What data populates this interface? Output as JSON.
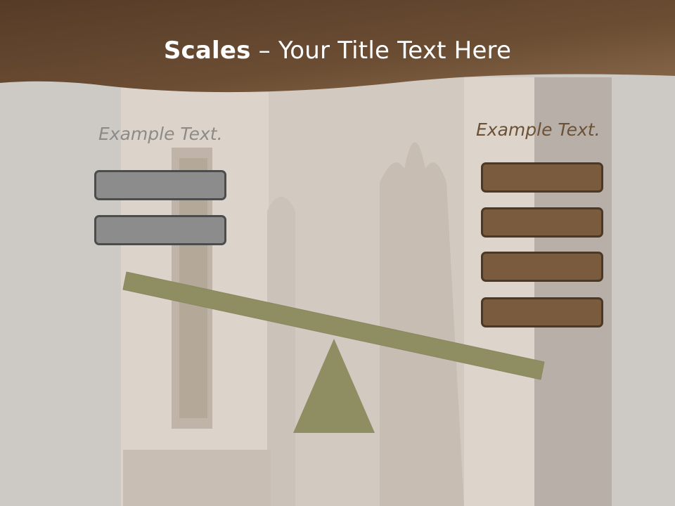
{
  "title": {
    "bold": "Scales",
    "rest": " – Your Title Text Here"
  },
  "left": {
    "label": "Example Text.",
    "box_count": 2
  },
  "right": {
    "label": "Example Text.",
    "box_count": 4
  },
  "colors": {
    "header": "#5e4330",
    "beam": "#8f8d62",
    "fulcrum": "#8f8d62",
    "left_box": "#8c8c8c",
    "right_box": "#7b5b3d",
    "left_label": "#8d8b88",
    "right_label": "#6b5237"
  }
}
